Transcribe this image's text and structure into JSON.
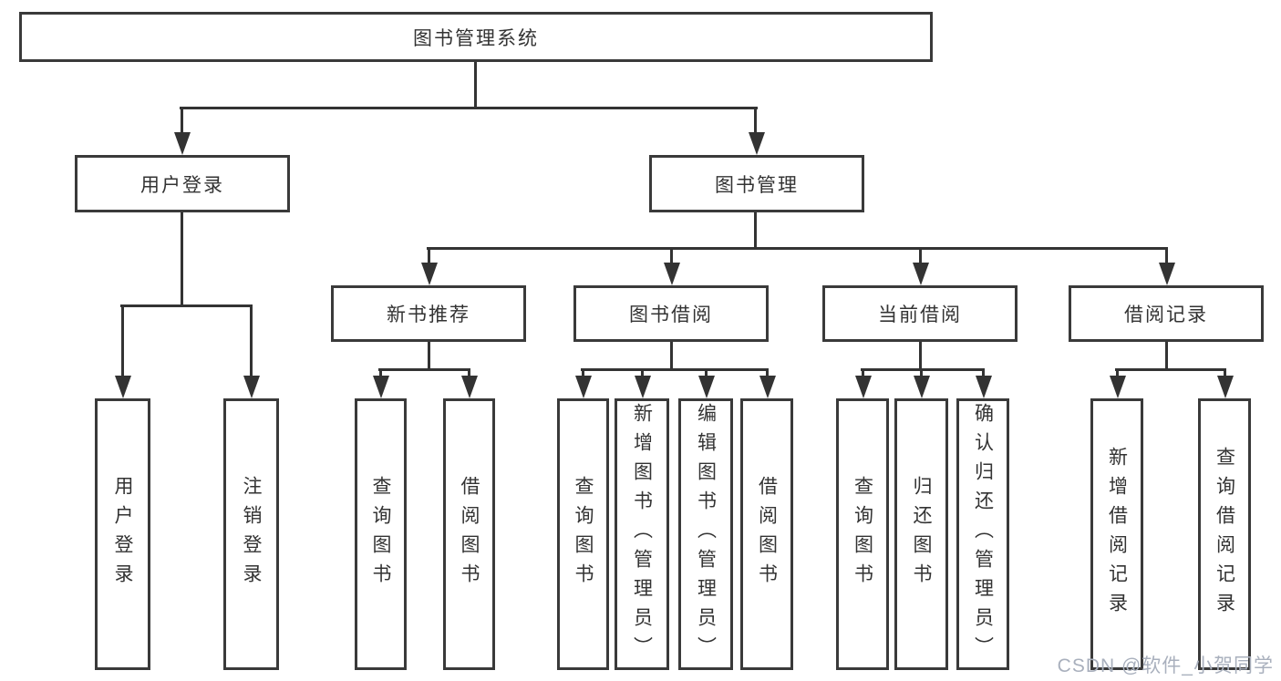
{
  "title": "图书管理系统",
  "branches": [
    {
      "label": "用户登录",
      "children": [
        "用户登录",
        "注销登录"
      ]
    },
    {
      "label": "图书管理"
    }
  ],
  "modules": [
    {
      "label": "新书推荐",
      "children": [
        "查询图书",
        "借阅图书"
      ]
    },
    {
      "label": "图书借阅",
      "children": [
        "查询图书",
        "新增图书（管理员）",
        "编辑图书（管理员）",
        "借阅图书"
      ]
    },
    {
      "label": "当前借阅",
      "children": [
        "查询图书",
        "归还图书",
        "确认归还（管理员）"
      ]
    },
    {
      "label": "借阅记录",
      "children": [
        "新增借阅记录",
        "查询借阅记录"
      ]
    }
  ],
  "watermark": "CSDN @软件_小贺同学",
  "colors": {
    "line": "#333333",
    "box_border": "#3a3a3a",
    "text": "#333333",
    "watermark": "#a9b0bd"
  }
}
